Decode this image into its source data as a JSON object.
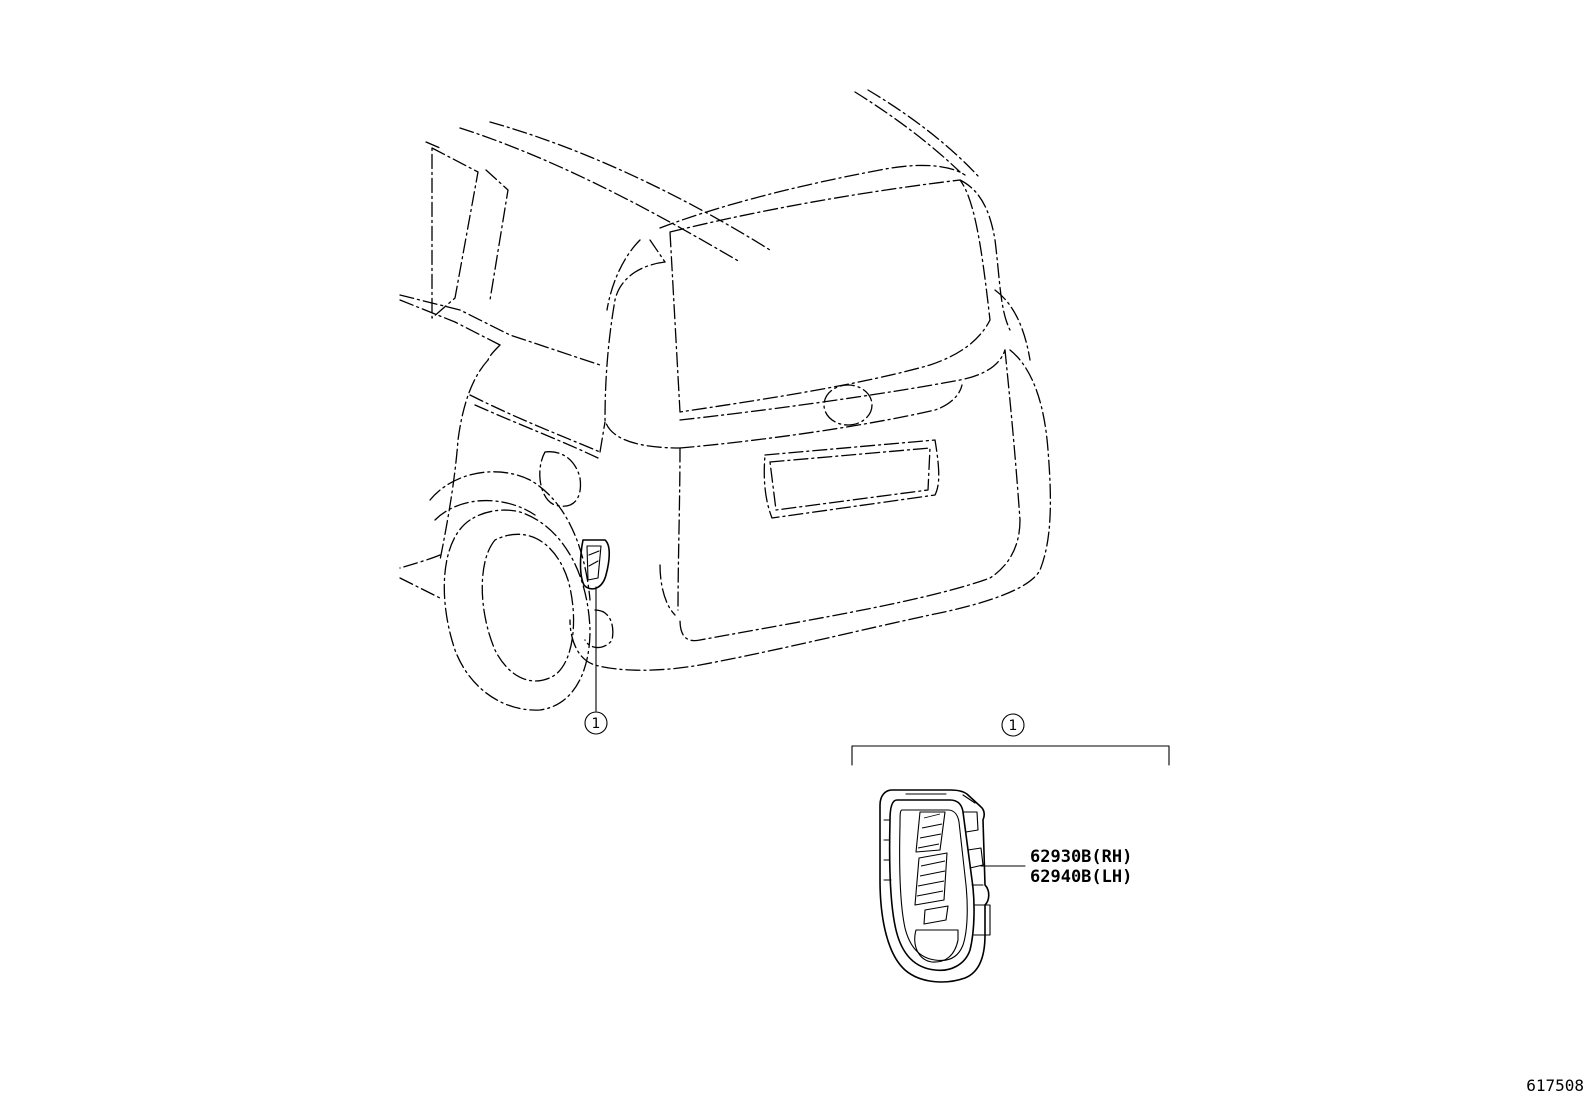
{
  "callouts": [
    {
      "number": "1"
    },
    {
      "number": "1"
    }
  ],
  "part": {
    "numbers": [
      "62930B(RH)",
      "62940B(LH)"
    ]
  },
  "drawing_ref": "617508"
}
